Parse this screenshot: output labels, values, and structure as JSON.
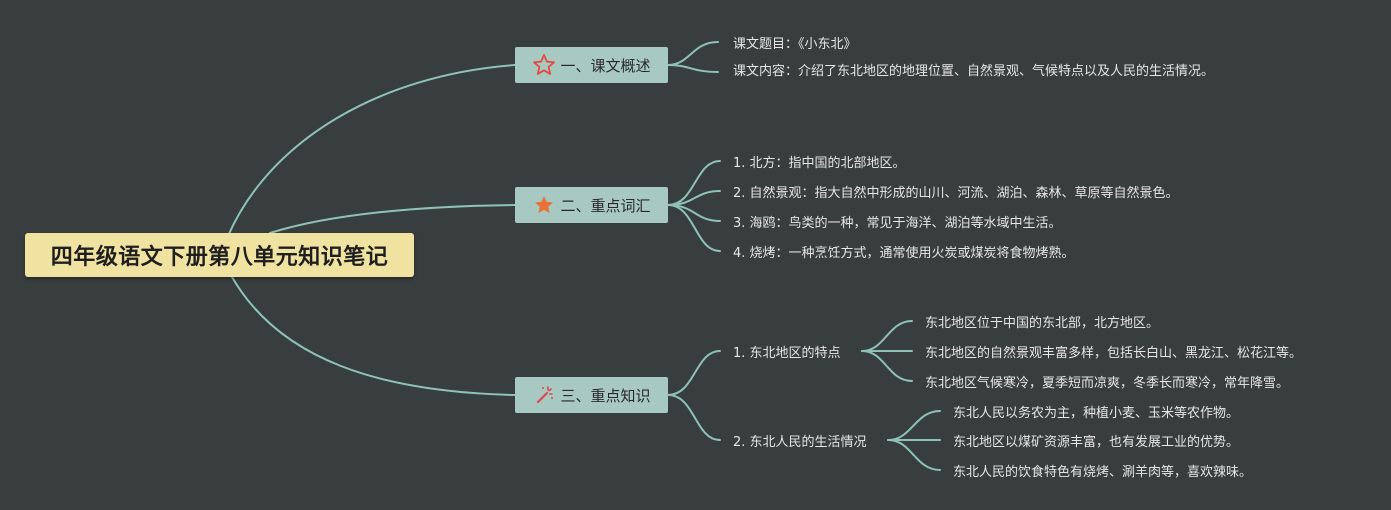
{
  "root": {
    "title": "四年级语文下册第八单元知识笔记"
  },
  "branches": [
    {
      "label": "一、课文概述",
      "icon": "star-outline-icon",
      "icon_color": "#e04a3f"
    },
    {
      "label": "二、重点词汇",
      "icon": "star-filled-icon",
      "icon_color": "#e8703a"
    },
    {
      "label": "三、重点知识",
      "icon": "magic-wand-icon",
      "icon_color": "#d94b4b"
    }
  ],
  "overview": [
    "课文题目：《小东北》",
    "课文内容：介绍了东北地区的地理位置、自然景观、气候特点以及人民的生活情况。"
  ],
  "vocab": [
    "1. 北方：指中国的北部地区。",
    "2. 自然景观：指大自然中形成的山川、河流、湖泊、森林、草原等自然景色。",
    "3. 海鸥：鸟类的一种，常见于海洋、湖泊等水域中生活。",
    "4. 烧烤：一种烹饪方式，通常使用火炭或煤炭将食物烤熟。"
  ],
  "knowledge": [
    {
      "label": "1. 东北地区的特点",
      "items": [
        "东北地区位于中国的东北部，北方地区。",
        "东北地区的自然景观丰富多样，包括长白山、黑龙江、松花江等。",
        "东北地区气候寒冷，夏季短而凉爽，冬季长而寒冷，常年降雪。"
      ]
    },
    {
      "label": "2. 东北人民的生活情况",
      "items": [
        "东北人民以务农为主，种植小麦、玉米等农作物。",
        "东北地区以煤矿资源丰富，也有发展工业的优势。",
        "东北人民的饮食特色有烧烤、涮羊肉等，喜欢辣味。"
      ]
    }
  ],
  "colors": {
    "background": "#383d3e",
    "line": "#8fc2b6",
    "root_fill": "#f0e2a0",
    "branch_fill": "#a8c8c2"
  }
}
